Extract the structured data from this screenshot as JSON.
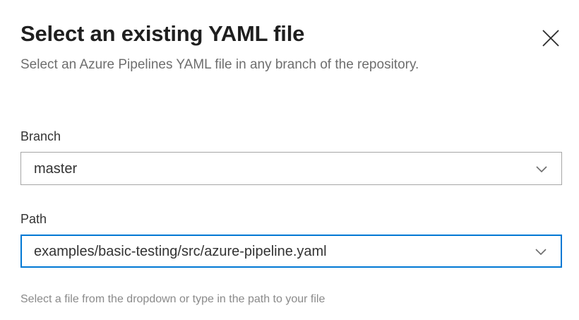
{
  "dialog": {
    "title": "Select an existing YAML file",
    "subtitle": "Select an Azure Pipelines YAML file in any branch of the repository.",
    "close_icon": "close-icon",
    "accent_color": "#0078d4",
    "border_color": "#a6a6a6",
    "title_color": "#1f1f1f",
    "subtitle_color": "#6e6e6e",
    "hint_color": "#8a8a8a",
    "background_color": "#ffffff"
  },
  "fields": {
    "branch": {
      "label": "Branch",
      "value": "master",
      "placeholder": "Select a branch",
      "chevron_icon": "chevron-down-icon",
      "focused": false
    },
    "path": {
      "label": "Path",
      "value": "examples/basic-testing/src/azure-pipeline.yaml",
      "placeholder": "Select a path",
      "chevron_icon": "chevron-down-icon",
      "focused": true,
      "hint": "Select a file from the dropdown or type in the path to your file"
    }
  }
}
